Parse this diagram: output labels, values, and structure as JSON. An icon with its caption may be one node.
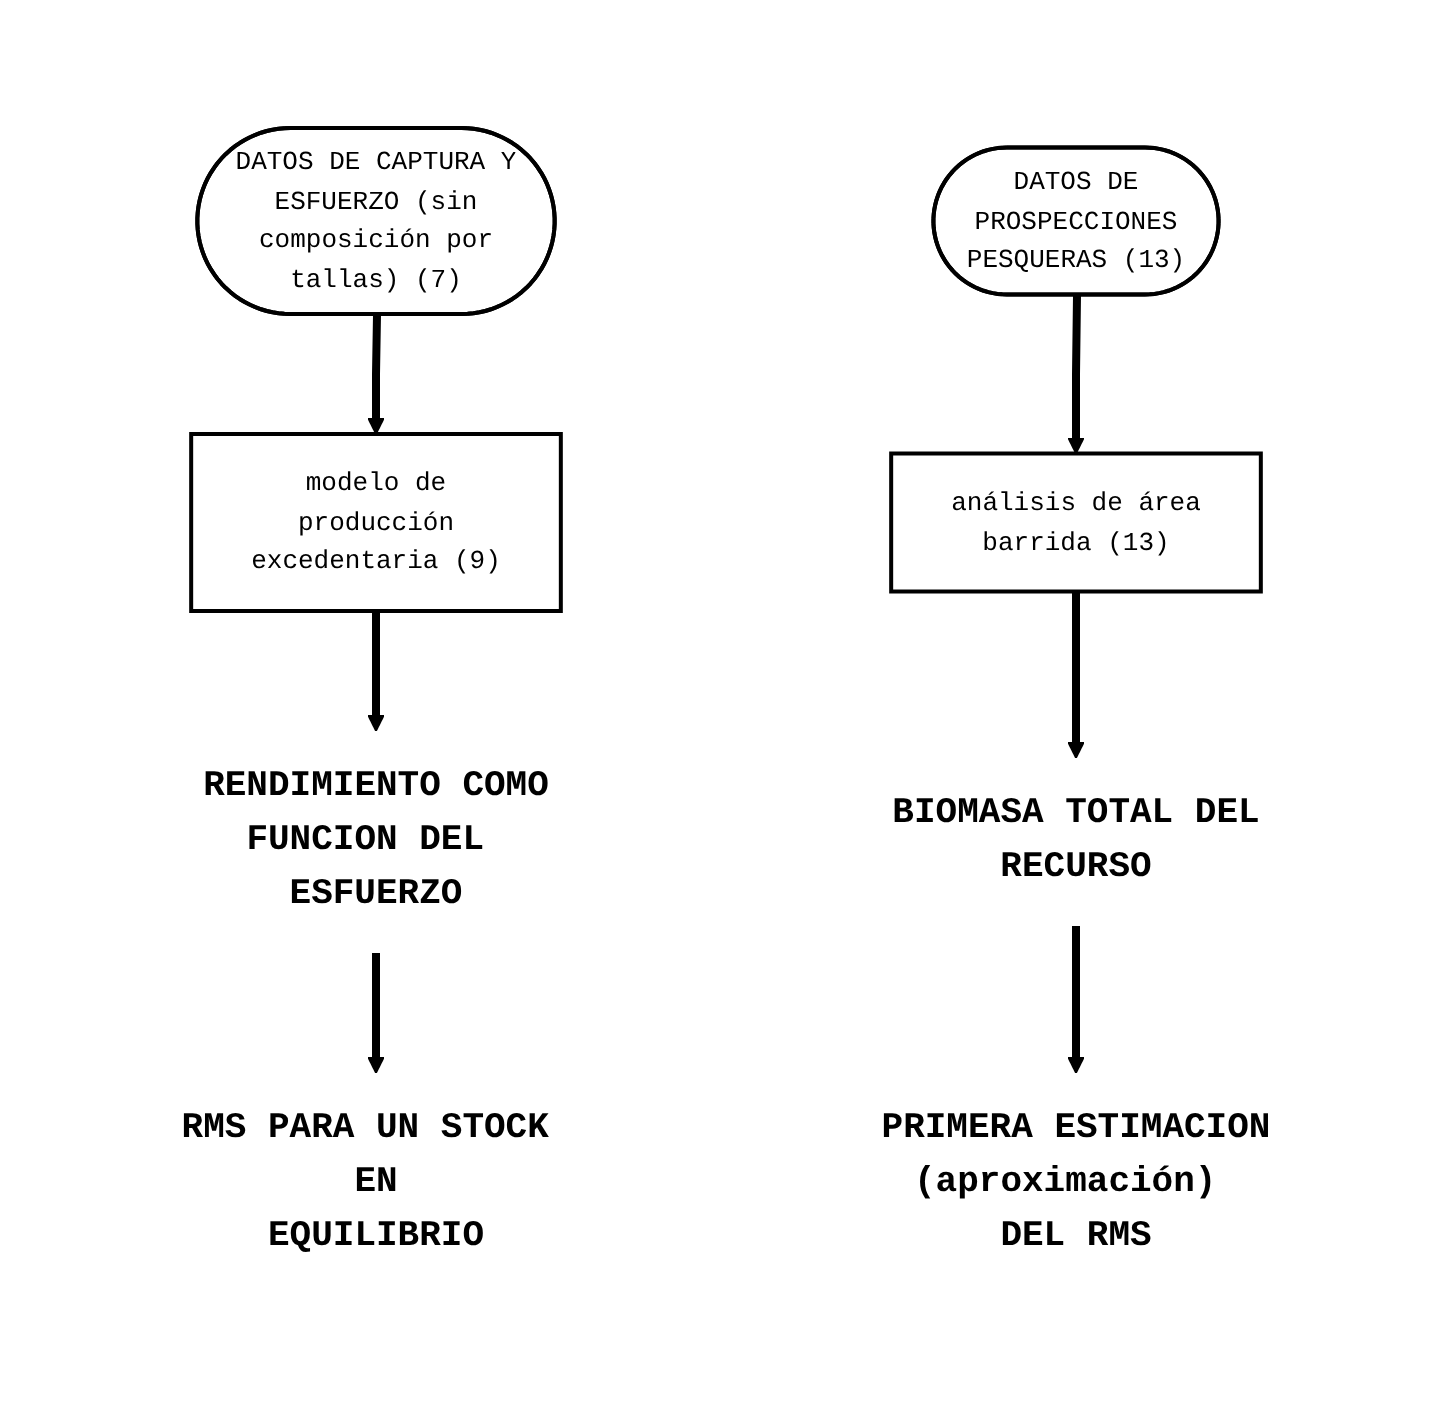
{
  "diagram": {
    "nodes": [
      {
        "text": [
          "DATOS DE CAPTURA Y ESFUERZO (sin composición por tallas) (7)"
        ]
      },
      {
        "text": [
          "DATOS DE PROSPECCIONES PESQUERAS (13)"
        ]
      },
      {
        "text": [
          "modelo de producción excedentaria (9)"
        ]
      },
      {
        "text": [
          "análisis de área barrida (13)"
        ]
      },
      {
        "text": [
          "RENDIMIENTO COMO FUNCION DEL ESFUERZO"
        ]
      },
      {
        "text": [
          "BIOMASA TOTAL DEL RECURSO"
        ]
      },
      {
        "text": [
          "RMS PARA UN STOCK EN EQUILIBRIO"
        ]
      },
      {
        "text": [
          "PRIMERA ESTIMACION (aproximación) DEL RMS"
        ]
      }
    ],
    "edges": [
      {
        "from": 0,
        "to": 2,
        "arrow": "to"
      },
      {
        "from": 1,
        "to": 3,
        "arrow": "to"
      },
      {
        "from": 2,
        "to": 4,
        "arrow": "to"
      },
      {
        "from": 3,
        "to": 5,
        "arrow": "to"
      },
      {
        "from": 4,
        "to": 6,
        "arrow": "to"
      },
      {
        "from": 5,
        "to": 7,
        "arrow": "to"
      }
    ]
  }
}
